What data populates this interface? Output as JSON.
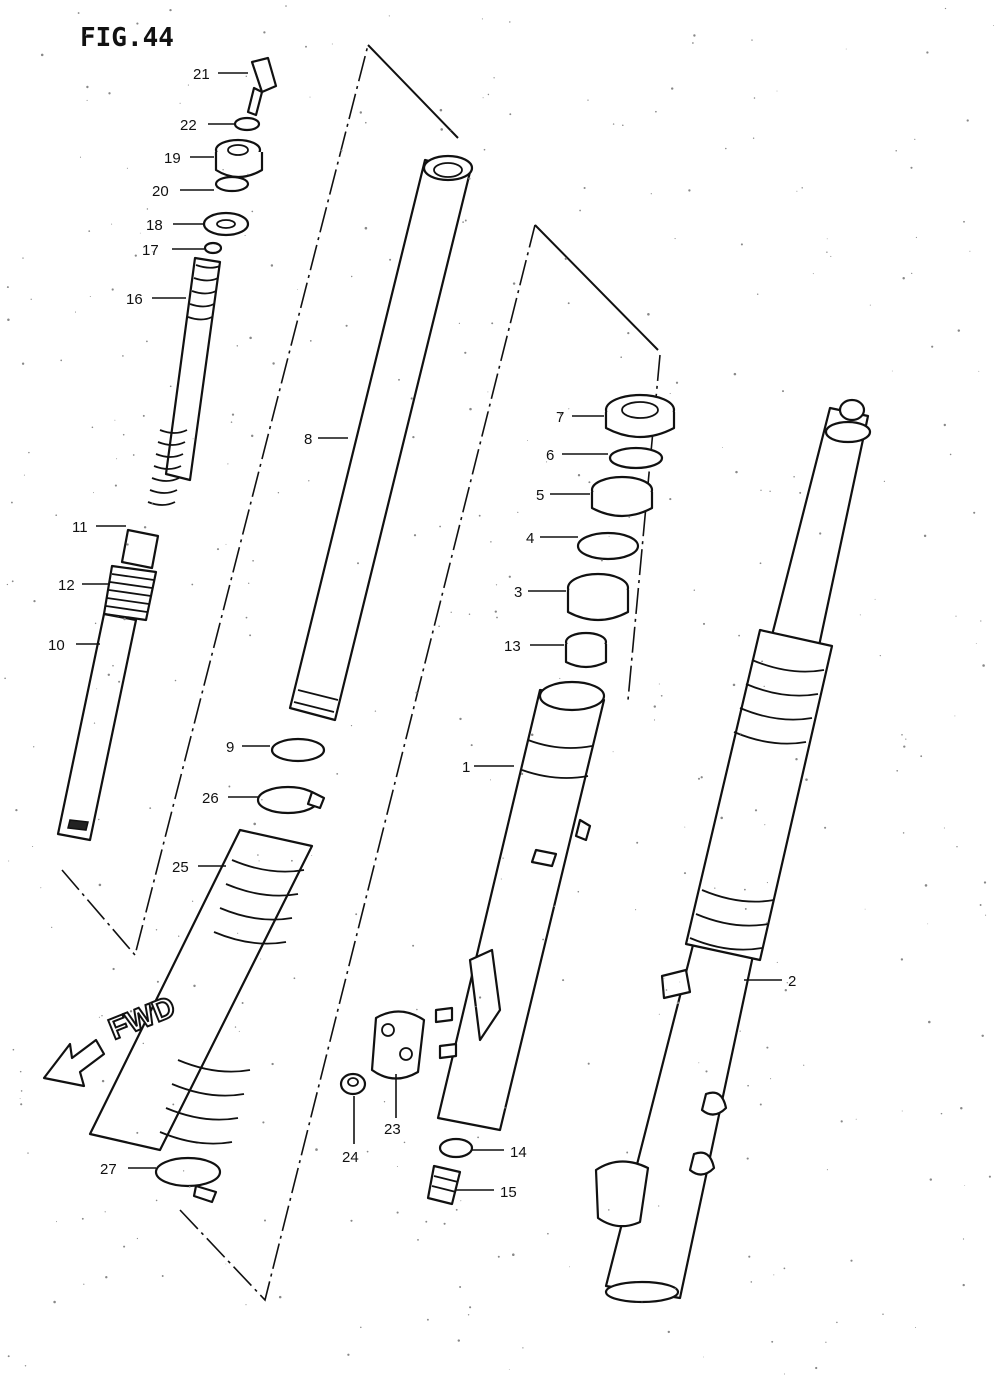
{
  "figure": {
    "title": "FIG.44",
    "direction_label": "FWD"
  },
  "callouts": [
    {
      "id": "c21",
      "text": "21"
    },
    {
      "id": "c22",
      "text": "22"
    },
    {
      "id": "c19",
      "text": "19"
    },
    {
      "id": "c20",
      "text": "20"
    },
    {
      "id": "c18",
      "text": "18"
    },
    {
      "id": "c17",
      "text": "17"
    },
    {
      "id": "c16",
      "text": "16"
    },
    {
      "id": "c11",
      "text": "11"
    },
    {
      "id": "c12",
      "text": "12"
    },
    {
      "id": "c10",
      "text": "10"
    },
    {
      "id": "c8",
      "text": "8"
    },
    {
      "id": "c9",
      "text": "9"
    },
    {
      "id": "c26",
      "text": "26"
    },
    {
      "id": "c25",
      "text": "25"
    },
    {
      "id": "c27",
      "text": "27"
    },
    {
      "id": "c7",
      "text": "7"
    },
    {
      "id": "c6",
      "text": "6"
    },
    {
      "id": "c5",
      "text": "5"
    },
    {
      "id": "c4",
      "text": "4"
    },
    {
      "id": "c3",
      "text": "3"
    },
    {
      "id": "c13",
      "text": "13"
    },
    {
      "id": "c1",
      "text": "1"
    },
    {
      "id": "c2",
      "text": "2"
    },
    {
      "id": "c23",
      "text": "23"
    },
    {
      "id": "c24",
      "text": "24"
    },
    {
      "id": "c14",
      "text": "14"
    },
    {
      "id": "c15",
      "text": "15"
    }
  ]
}
